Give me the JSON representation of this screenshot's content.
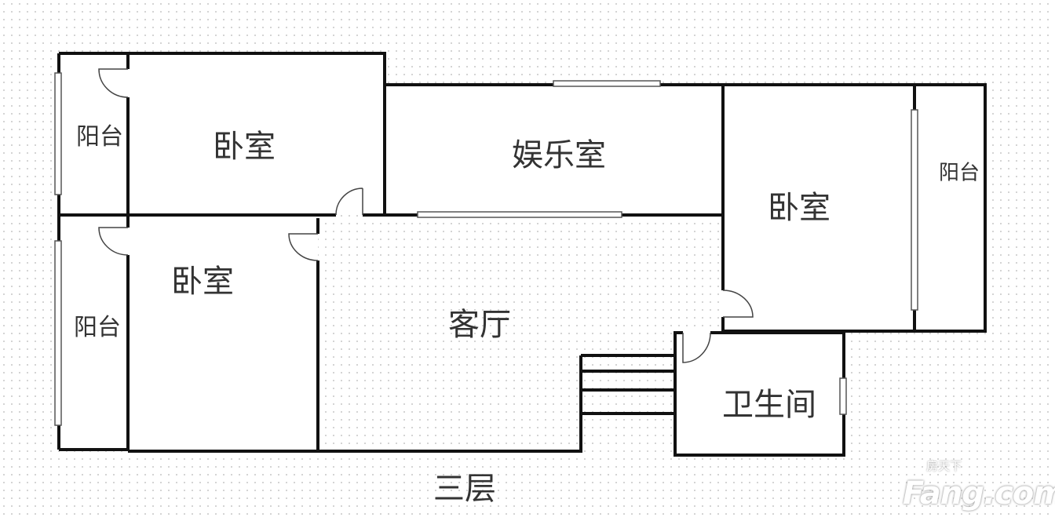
{
  "rooms": {
    "balcony_top_left": "阳台",
    "bedroom_top": "卧室",
    "entertainment": "娱乐室",
    "bedroom_right": "卧室",
    "balcony_right": "阳台",
    "bedroom_bottom": "卧室",
    "balcony_bottom_left": "阳台",
    "living_room": "客厅",
    "bathroom": "卫生间"
  },
  "floor_label": "三层",
  "watermark": {
    "cn": "房天下",
    "en": "Fang.com"
  }
}
